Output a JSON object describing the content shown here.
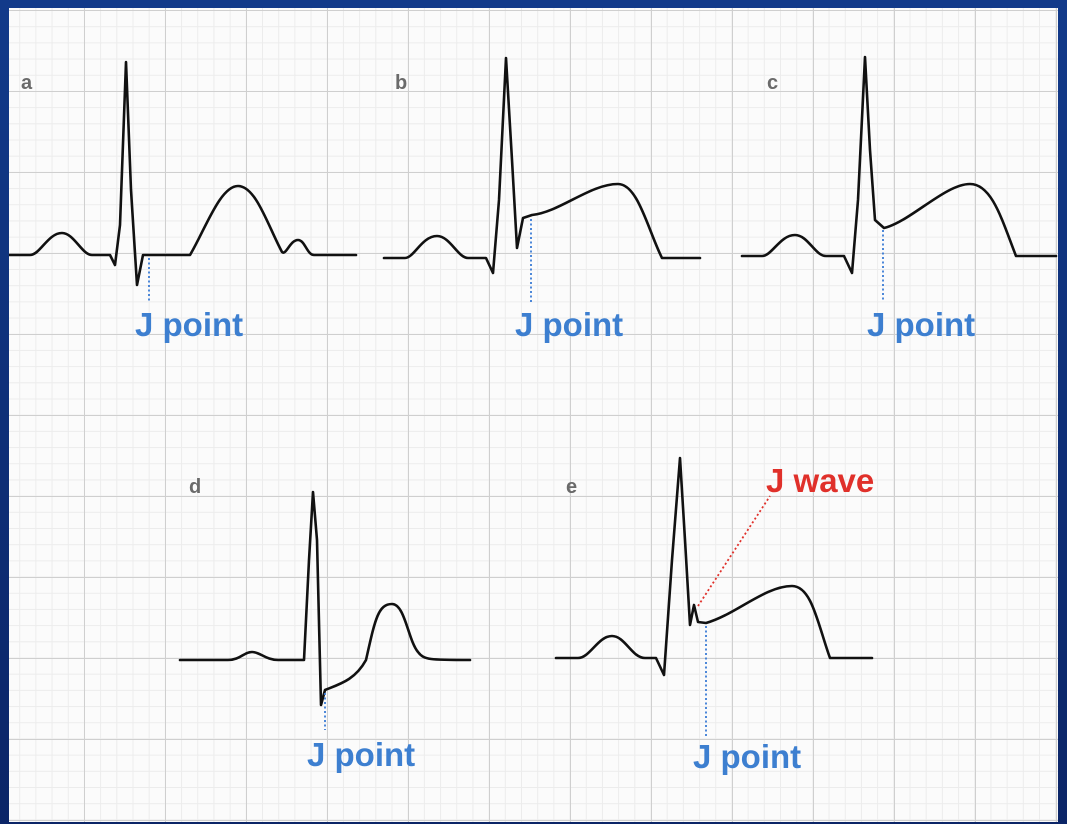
{
  "panels": [
    {
      "id": "a",
      "label": "a",
      "annotation": "J point"
    },
    {
      "id": "b",
      "label": "b",
      "annotation": "J point"
    },
    {
      "id": "c",
      "label": "c",
      "annotation": "J point"
    },
    {
      "id": "d",
      "label": "d",
      "annotation": "J point"
    },
    {
      "id": "e",
      "label": "e",
      "annotation": "J point",
      "extra_annotation": "J wave"
    }
  ],
  "colors": {
    "j_point": "#3d7fd0",
    "j_wave": "#e0302a",
    "trace": "#111111",
    "frame": "#0d2a6e"
  }
}
